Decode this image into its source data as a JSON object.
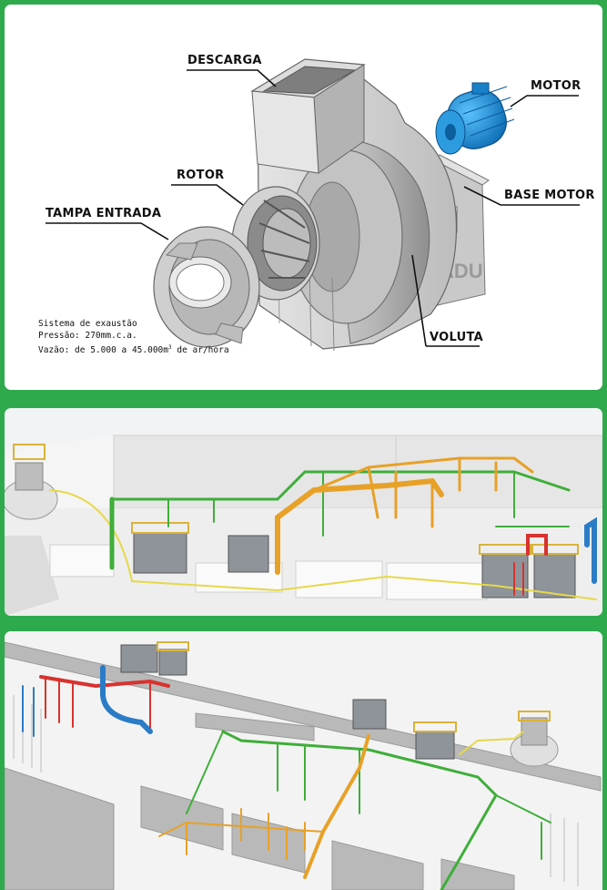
{
  "fan_diagram": {
    "labels": {
      "descarga": "DESCARGA",
      "motor": "MOTOR",
      "rotor": "ROTOR",
      "base_motor": "BASE MOTOR",
      "tampa_entrada": "TAMPA ENTRADA",
      "voluta": "VOLUTA"
    },
    "brand_mark": "ADU",
    "specs": {
      "line1": "Sistema de exaustão",
      "line2": "Pressão: 270mm.c.a.",
      "line3_prefix": "Vazão: de 5.000 a 45.000m",
      "line3_sup": "3",
      "line3_suffix": " de ar/hora"
    }
  },
  "colors": {
    "frame_green": "#2eaa4d",
    "duct_green": "#3fae3a",
    "duct_orange": "#e7a127",
    "duct_red": "#d8322f",
    "duct_blue": "#2b7cc6",
    "duct_yellow": "#e6d84a",
    "motor_blue": "#1f8fd6"
  }
}
